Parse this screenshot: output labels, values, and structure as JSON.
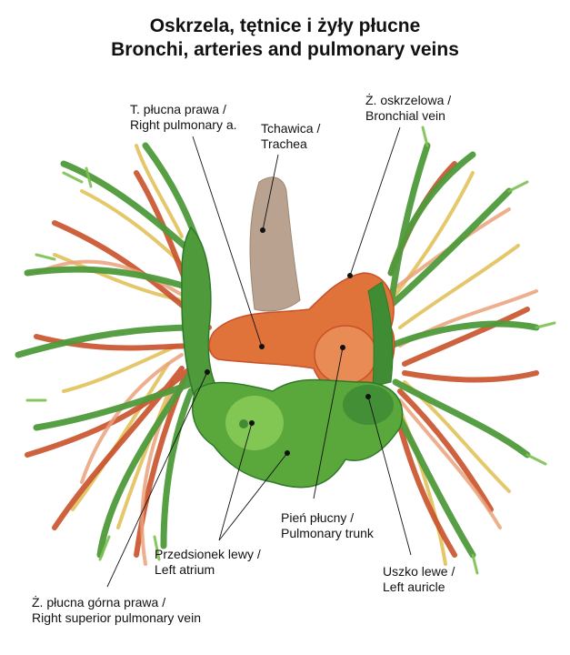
{
  "title": {
    "polish": "Oskrzela, tętnice i żyły płucne",
    "english": "Bronchi, arteries and pulmonary veins"
  },
  "labels": [
    {
      "id": "right-pulmonary-artery",
      "polish": "T. płucna prawa /",
      "english": "Right pulmonary a."
    },
    {
      "id": "trachea",
      "polish": "Tchawica /",
      "english": "Trachea"
    },
    {
      "id": "bronchial-vein",
      "polish": "Ż. oskrzelowa /",
      "english": "Bronchial vein"
    },
    {
      "id": "pulmonary-trunk",
      "polish": "Pień płucny /",
      "english": "Pulmonary trunk"
    },
    {
      "id": "left-atrium",
      "polish": "Przedsionek lewy /",
      "english": "Left atrium"
    },
    {
      "id": "left-auricle",
      "polish": "Uszko lewe /",
      "english": "Left auricle"
    },
    {
      "id": "right-superior-pulmonary-vein",
      "polish": "Ż. płucna górna prawa /",
      "english": "Right superior pulmonary vein"
    }
  ],
  "colors": {
    "veins_green": "#4f9a3a",
    "veins_green_dark": "#2f7a2a",
    "atrium_light_green": "#7cc050",
    "arteries_orange": "#e0733a",
    "arteries_red": "#c9502a",
    "bronchi_yellow": "#e2c25a",
    "bronchi_peach": "#eaa27a",
    "trachea_tan": "#b9a390"
  }
}
